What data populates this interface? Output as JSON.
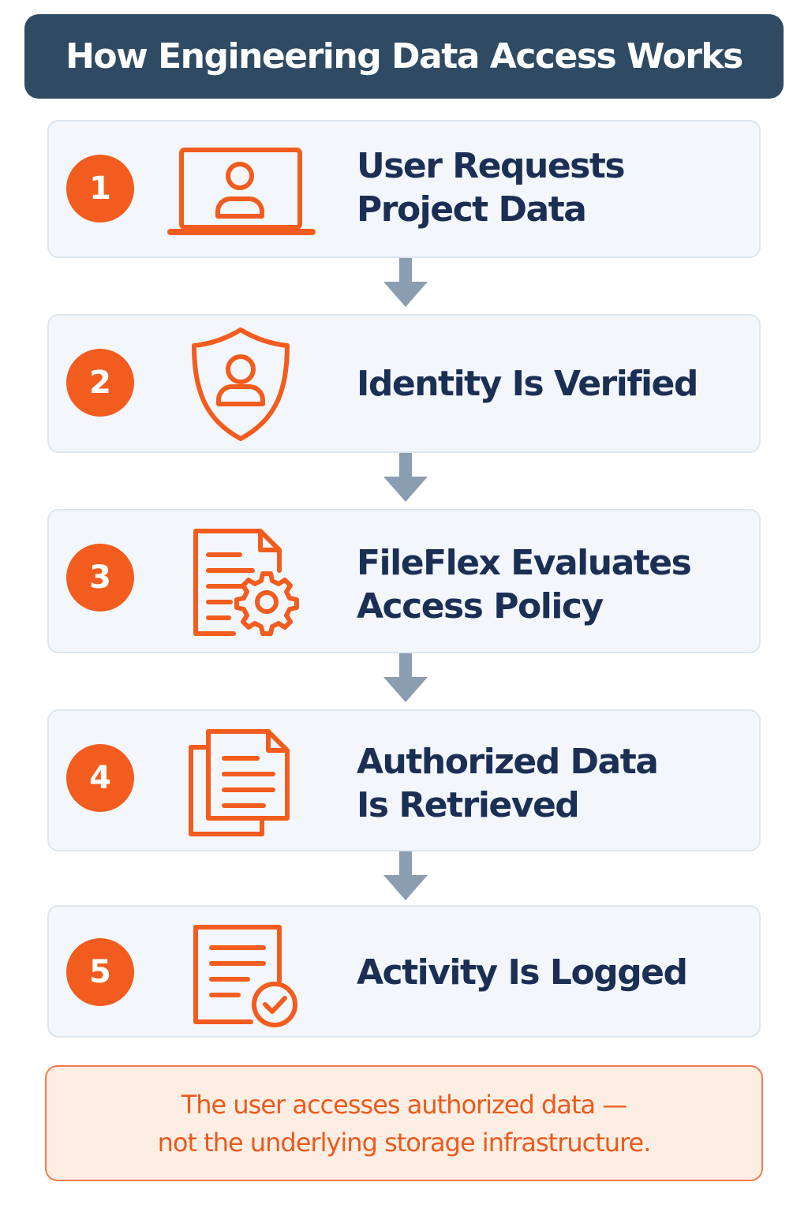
{
  "title": "How Engineering Data Access Works",
  "steps": [
    {
      "number": "1",
      "icon": "laptop-user-icon",
      "label_lines": [
        "User Requests",
        "Project Data"
      ]
    },
    {
      "number": "2",
      "icon": "shield-user-icon",
      "label_lines": [
        "Identity Is Verified"
      ]
    },
    {
      "number": "3",
      "icon": "document-gear-icon",
      "label_lines": [
        "FileFlex Evaluates",
        "Access Policy"
      ]
    },
    {
      "number": "4",
      "icon": "documents-stack-icon",
      "label_lines": [
        "Authorized Data",
        "Is Retrieved"
      ]
    },
    {
      "number": "5",
      "icon": "document-check-icon",
      "label_lines": [
        "Activity Is Logged"
      ]
    }
  ],
  "note": {
    "line1": "The user accesses authorized data —",
    "line2": "not the underlying storage infrastructure."
  },
  "colors": {
    "header": "#2f4a63",
    "accent": "#f25c1e",
    "step_text": "#1b2f55",
    "card_bg": "#f3f7fb",
    "arrow": "#8b9db0",
    "note_bg": "#fdeee4"
  }
}
